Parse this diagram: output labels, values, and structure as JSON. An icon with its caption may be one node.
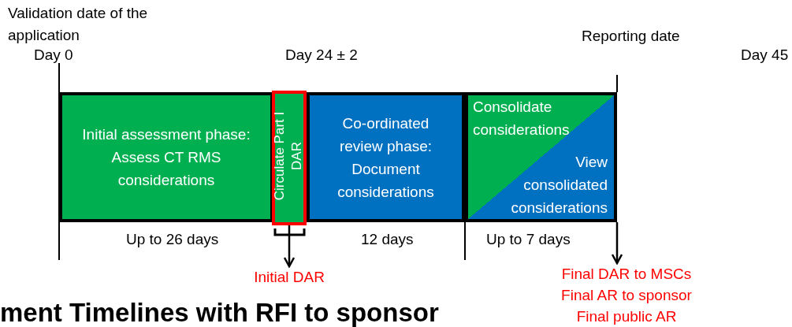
{
  "diagram": {
    "title": "ment Timelines with RFI to sponsor",
    "nodes": [
      {
        "text": [
          "Initial assessment phase: Assess CT RMS considerations"
        ]
      },
      {
        "text": [
          "Circulate Part I DAR"
        ]
      },
      {
        "text": [
          "Co-ordinated review phase: Document considerations"
        ]
      },
      {
        "text": [
          "Consolidate considerations",
          "View consolidated considerations"
        ]
      },
      {
        "text": [
          "Initial DAR"
        ]
      },
      {
        "text": [
          "Final DAR to MSCs Final AR to sponsor Final public AR"
        ]
      }
    ],
    "edges": [
      {
        "from": 1,
        "to": 4,
        "arrow": "to"
      },
      {
        "from": 3,
        "to": 5,
        "arrow": "to"
      }
    ],
    "labels": [
      "Validation date of the application",
      "Day 0",
      "Day 24 ± 2",
      "Reporting date",
      "Day 45",
      "Up to 26 days",
      "12 days",
      "Up to 7 days"
    ]
  }
}
